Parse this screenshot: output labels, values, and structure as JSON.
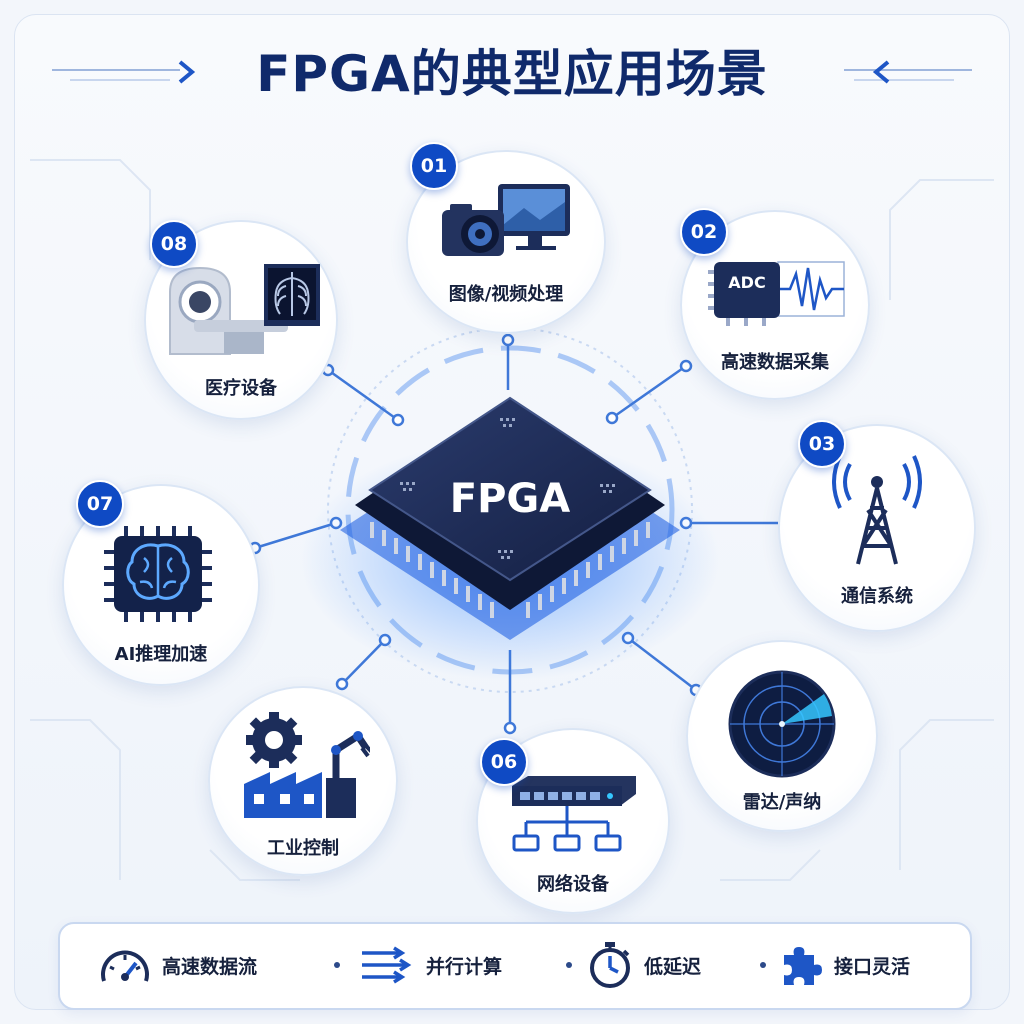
{
  "title": "FPGA的典型应用场景",
  "center": {
    "label": "FPGA"
  },
  "nodes": [
    {
      "number": "01",
      "label": "图像/视频处理",
      "icon": "camera-monitor-icon"
    },
    {
      "number": "02",
      "label": "高速数据采集",
      "icon": "adc-waveform-icon",
      "icon_text": "ADC"
    },
    {
      "number": "03",
      "label": "通信系统",
      "icon": "antenna-tower-icon"
    },
    {
      "number": "",
      "label": "雷达/声纳",
      "icon": "radar-icon"
    },
    {
      "number": "06",
      "label": "网络设备",
      "icon": "network-switch-icon"
    },
    {
      "number": "",
      "label": "工业控制",
      "icon": "factory-gear-robot-icon"
    },
    {
      "number": "07",
      "label": "AI推理加速",
      "icon": "ai-brain-chip-icon"
    },
    {
      "number": "08",
      "label": "医疗设备",
      "icon": "ct-scanner-xray-icon"
    }
  ],
  "features": [
    {
      "label": "高速数据流",
      "icon": "speedometer-icon"
    },
    {
      "label": "并行计算",
      "icon": "parallel-arrows-icon"
    },
    {
      "label": "低延迟",
      "icon": "stopwatch-icon"
    },
    {
      "label": "接口灵活",
      "icon": "puzzle-icon"
    }
  ],
  "colors": {
    "primary": "#0f4ac4",
    "title": "#102a6b",
    "chip": "#1c2a52",
    "glow": "#2a7bff"
  }
}
